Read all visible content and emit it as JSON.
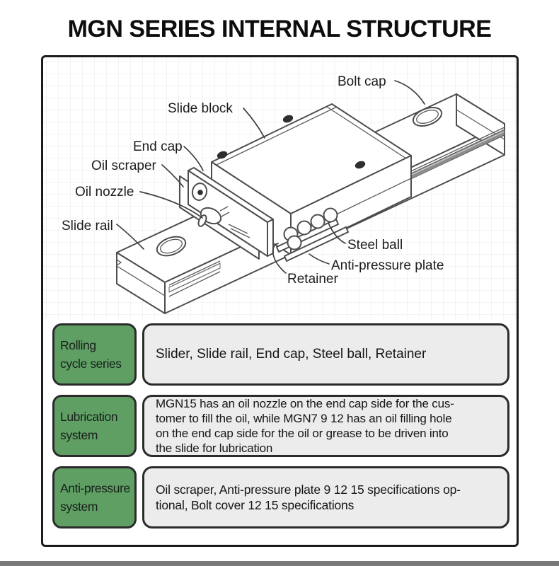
{
  "title": "MGN SERIES INTERNAL STRUCTURE",
  "diagram": {
    "labels": {
      "bolt_cap": "Bolt cap",
      "slide_block": "Slide block",
      "end_cap": "End cap",
      "oil_scraper": "Oil scraper",
      "oil_nozzle": "Oil nozzle",
      "slide_rail": "Slide rail",
      "steel_ball": "Steel ball",
      "anti_pressure_plate": "Anti-pressure plate",
      "retainer": "Retainer"
    }
  },
  "table": {
    "rows": [
      {
        "label_lines": [
          "Rolling",
          "cycle series"
        ],
        "content_lines": [
          "Slider, Slide rail, End cap, Steel ball, Retainer"
        ]
      },
      {
        "label_lines": [
          "Lubrication",
          "system"
        ],
        "content_lines": [
          "MGN15 has an oil nozzle on the end cap side for the cus-",
          "tomer to fill the oil, while MGN7 9 12 has an oil filling hole",
          "on the end cap side for the oil or grease to be driven into",
          "the slide for lubrication"
        ]
      },
      {
        "label_lines": [
          "Anti-pressure",
          "system"
        ],
        "content_lines": [
          "Oil scraper, Anti-pressure plate 9 12 15 specifications op-",
          "tional, Bolt cover 12 15 specifications"
        ]
      }
    ]
  },
  "colors": {
    "accent_green": "#5f9f64",
    "panel_fill": "#ececec",
    "border": "#2b2b2b",
    "footer_bar": "#7a7a7a"
  }
}
